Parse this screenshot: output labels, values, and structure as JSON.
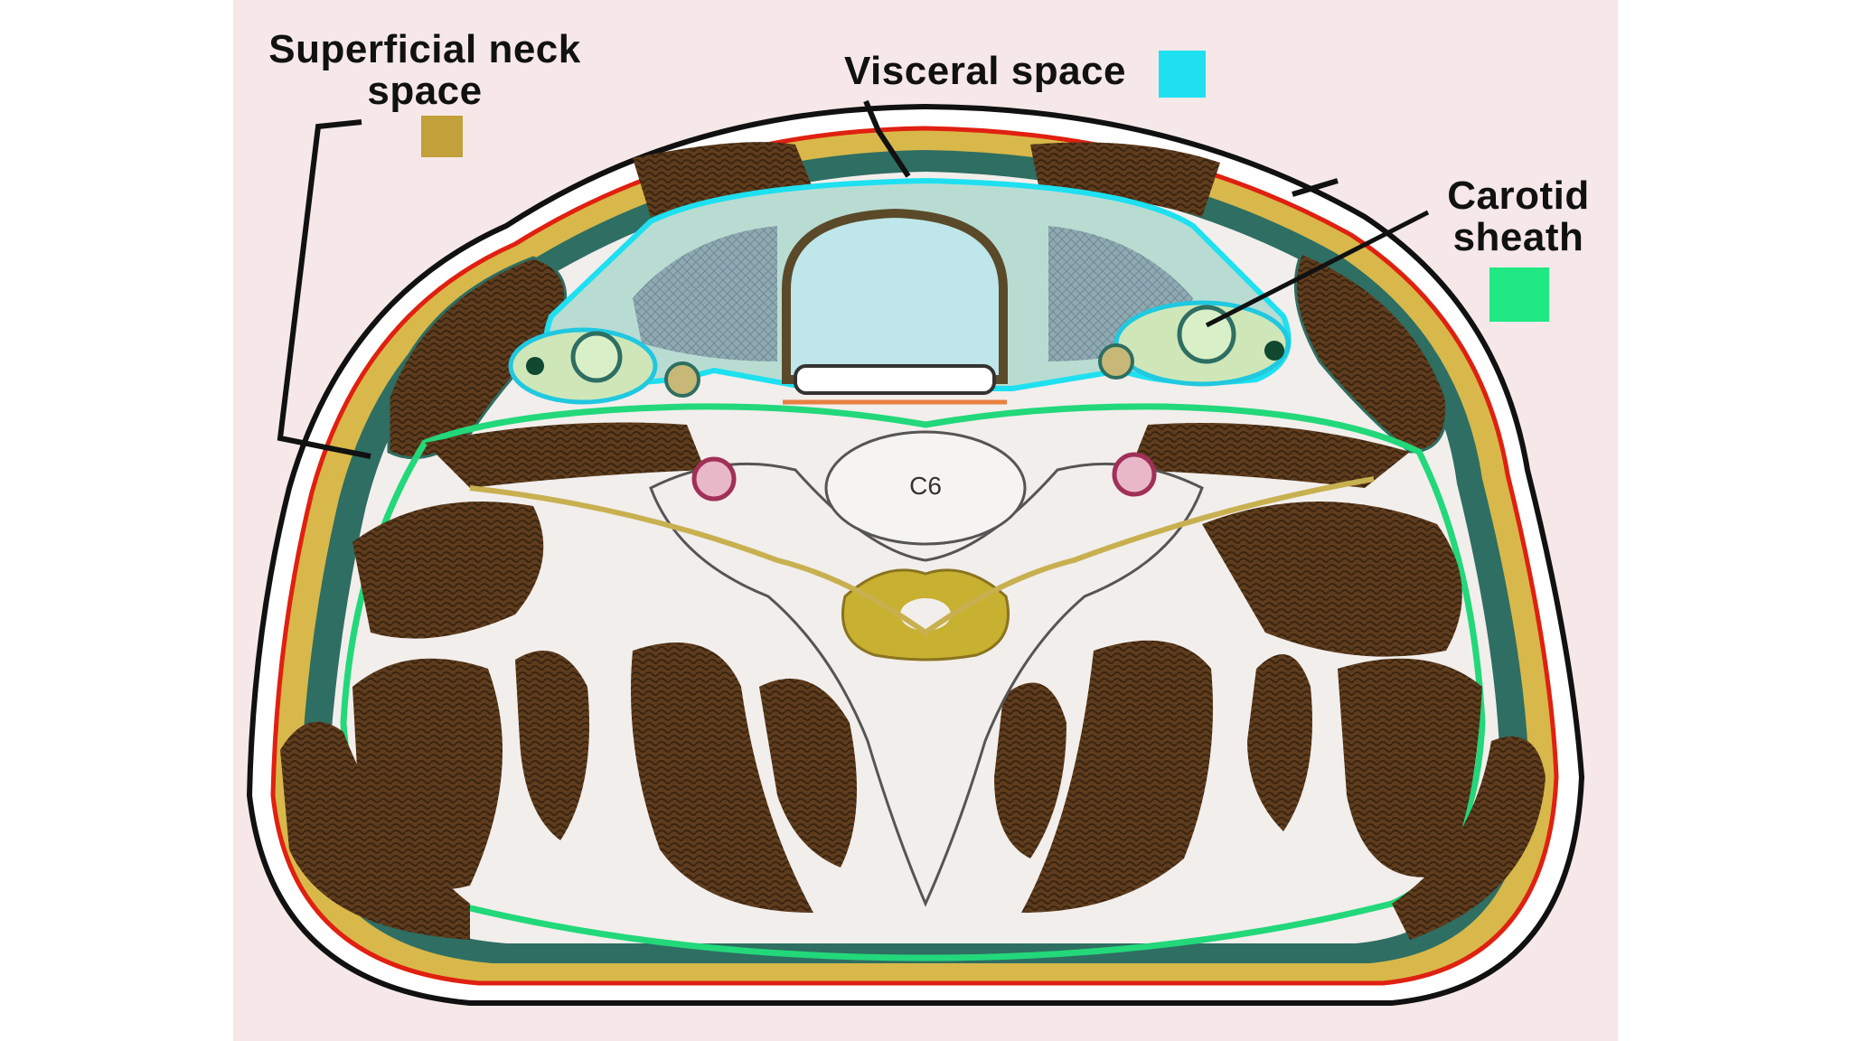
{
  "labels": {
    "superficial_line1": "Superficial neck",
    "superficial_line2": "space",
    "visceral": "Visceral space",
    "carotid_line1": "Carotid",
    "carotid_line2": "sheath",
    "vertebra": "C6"
  },
  "legend_colors": {
    "superficial": "#c2a03a",
    "visceral": "#1ee0f0",
    "carotid": "#20e882"
  },
  "tissue_colors": {
    "muscle": "#5a3a1c",
    "fascia_dark": "#2f6e62",
    "fascia_red": "#e02010",
    "fat_yellow": "#d8b84a",
    "prevertebral": "#22d87a",
    "bone": "#f2eeec"
  }
}
